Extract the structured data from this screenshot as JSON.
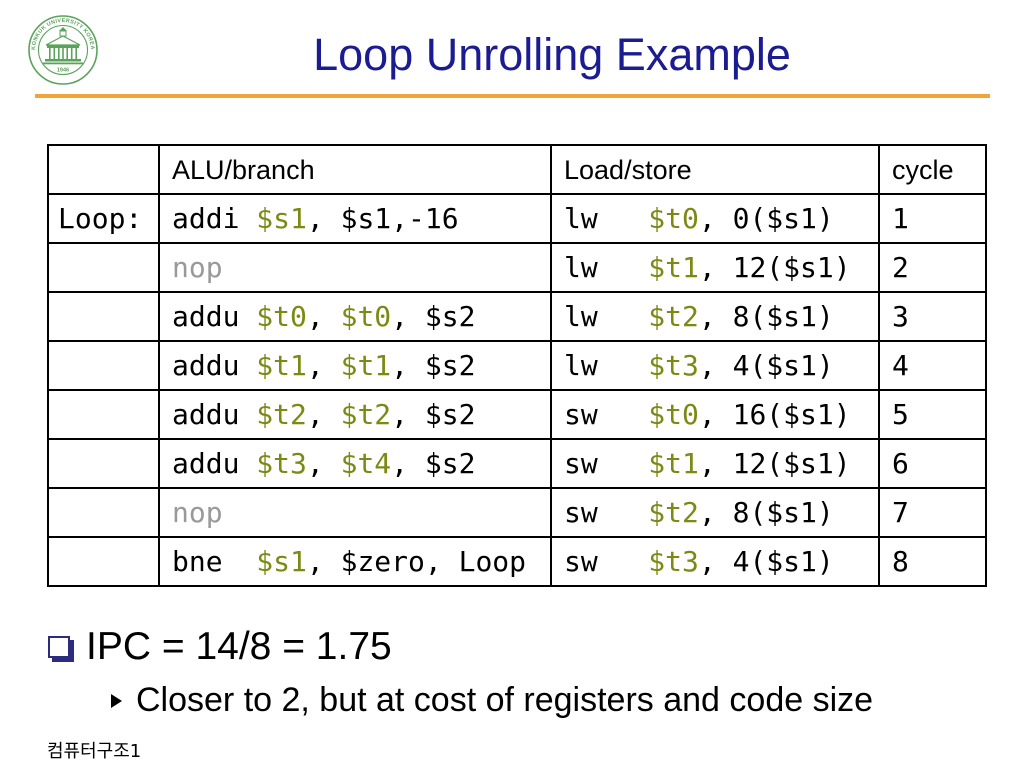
{
  "logo": {
    "ring_text": "KONKUK UNIVERSITY KOREA",
    "year": "1946",
    "color": "#5BA35B"
  },
  "title": "Loop Unrolling Example",
  "colors": {
    "title": "#1C1C91",
    "rule": "#F0A43A",
    "register": "#7C8A14",
    "nop": "#999999",
    "bullet": "#2B2B80"
  },
  "table": {
    "headers": {
      "alu": "ALU/branch",
      "load_store": "Load/store",
      "cycle": "cycle"
    },
    "rows": [
      {
        "label": "Loop:",
        "alu": [
          {
            "text": "addi "
          },
          {
            "text": "$s1",
            "color": "#7C8A14"
          },
          {
            "text": ", $s1,-16"
          }
        ],
        "load_store": [
          {
            "text": "lw   "
          },
          {
            "text": "$t0",
            "color": "#7C8A14"
          },
          {
            "text": ", 0($s1)"
          }
        ],
        "cycle": "1"
      },
      {
        "alu": [
          {
            "text": "nop",
            "color": "#999999"
          }
        ],
        "load_store": [
          {
            "text": "lw   "
          },
          {
            "text": "$t1",
            "color": "#7C8A14"
          },
          {
            "text": ", 12($s1)"
          }
        ],
        "cycle": "2"
      },
      {
        "alu": [
          {
            "text": "addu "
          },
          {
            "text": "$t0",
            "color": "#7C8A14"
          },
          {
            "text": ", "
          },
          {
            "text": "$t0",
            "color": "#7C8A14"
          },
          {
            "text": ", $s2"
          }
        ],
        "load_store": [
          {
            "text": "lw   "
          },
          {
            "text": "$t2",
            "color": "#7C8A14"
          },
          {
            "text": ", 8($s1)"
          }
        ],
        "cycle": "3"
      },
      {
        "alu": [
          {
            "text": "addu "
          },
          {
            "text": "$t1",
            "color": "#7C8A14"
          },
          {
            "text": ", "
          },
          {
            "text": "$t1",
            "color": "#7C8A14"
          },
          {
            "text": ", $s2"
          }
        ],
        "load_store": [
          {
            "text": "lw   "
          },
          {
            "text": "$t3",
            "color": "#7C8A14"
          },
          {
            "text": ", 4($s1)"
          }
        ],
        "cycle": "4"
      },
      {
        "alu": [
          {
            "text": "addu "
          },
          {
            "text": "$t2",
            "color": "#7C8A14"
          },
          {
            "text": ", "
          },
          {
            "text": "$t2",
            "color": "#7C8A14"
          },
          {
            "text": ", $s2"
          }
        ],
        "load_store": [
          {
            "text": "sw   "
          },
          {
            "text": "$t0",
            "color": "#7C8A14"
          },
          {
            "text": ", 16($s1)"
          }
        ],
        "cycle": "5"
      },
      {
        "alu": [
          {
            "text": "addu "
          },
          {
            "text": "$t3",
            "color": "#7C8A14"
          },
          {
            "text": ", "
          },
          {
            "text": "$t4",
            "color": "#7C8A14"
          },
          {
            "text": ", $s2"
          }
        ],
        "load_store": [
          {
            "text": "sw   "
          },
          {
            "text": "$t1",
            "color": "#7C8A14"
          },
          {
            "text": ", 12($s1)"
          }
        ],
        "cycle": "6"
      },
      {
        "alu": [
          {
            "text": "nop",
            "color": "#999999"
          }
        ],
        "load_store": [
          {
            "text": "sw   "
          },
          {
            "text": "$t2",
            "color": "#7C8A14"
          },
          {
            "text": ", 8($s1)"
          }
        ],
        "cycle": "7"
      },
      {
        "alu": [
          {
            "text": "bne  "
          },
          {
            "text": "$s1",
            "color": "#7C8A14"
          },
          {
            "text": ", $zero, Loop"
          }
        ],
        "load_store": [
          {
            "text": "sw   "
          },
          {
            "text": "$t3",
            "color": "#7C8A14"
          },
          {
            "text": ", 4($s1)"
          }
        ],
        "cycle": "8"
      }
    ]
  },
  "bullets": [
    {
      "icon": "shadowed-square-bullet",
      "text": "IPC = 14/8 = 1.75",
      "sub_bullets": [
        {
          "icon": "right-triangle-bullet",
          "text": "Closer to 2, but at cost of registers and code size"
        }
      ]
    }
  ],
  "footer": "컴퓨터구조1"
}
